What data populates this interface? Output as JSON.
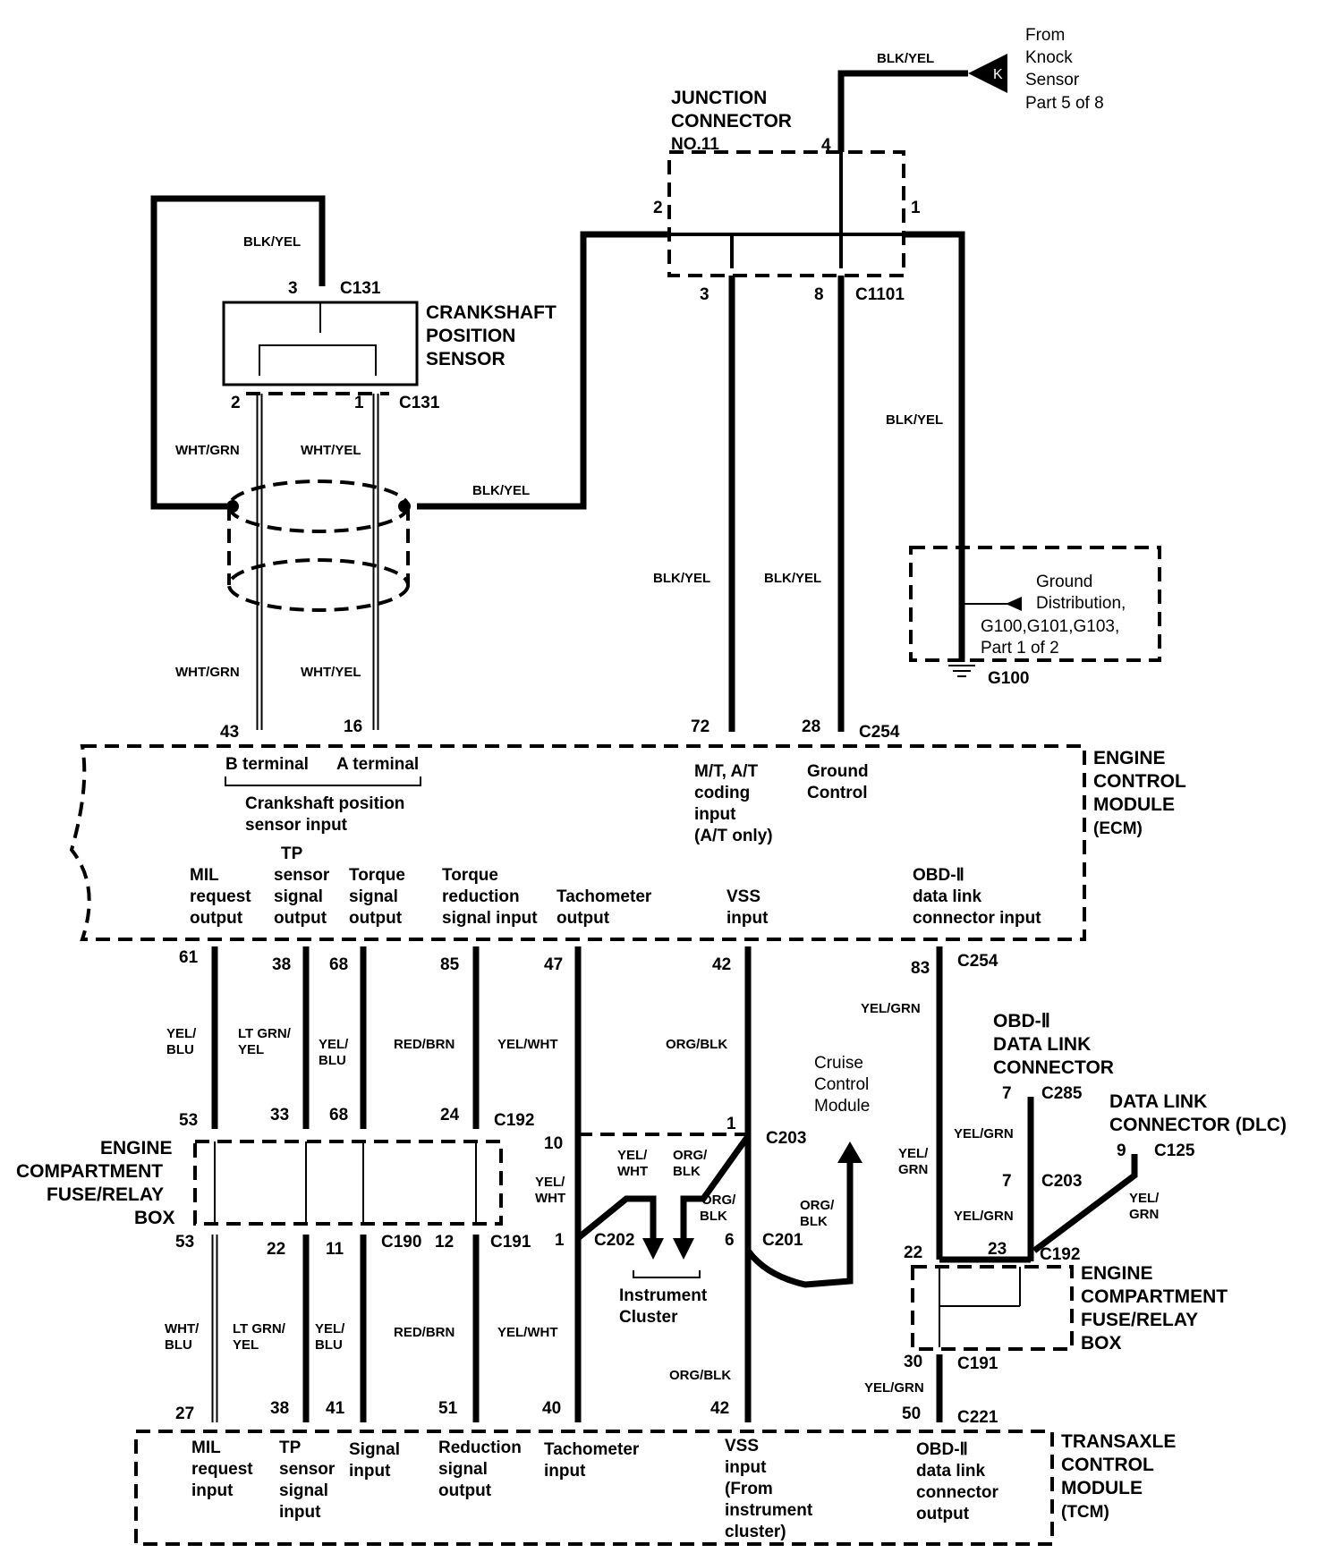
{
  "knock_sensor": {
    "line1": "From",
    "line2": "Knock",
    "line3": "Sensor",
    "line4": "Part 5 of 8",
    "symbol": "K"
  },
  "junction": {
    "line1": "JUNCTION",
    "line2": "CONNECTOR",
    "line3": "NO.11",
    "conn": "C1101",
    "pin_top": "4",
    "pin_left": "2",
    "pin_right": "1",
    "pin_b1": "3",
    "pin_b2": "8"
  },
  "ckp": {
    "line1": "CRANKSHAFT",
    "line2": "POSITION",
    "line3": "SENSOR",
    "conn_top": "C131",
    "conn_bottom": "C131",
    "pin_top": "3",
    "pin_b_left": "2",
    "pin_b_right": "1"
  },
  "ground": {
    "line1": "Ground",
    "line2": "Distribution,",
    "line3": "G100,G101,G103,",
    "line4": "Part 1 of 2",
    "label": "G100"
  },
  "wires": {
    "blk_yel": "BLK/YEL",
    "wht_grn": "WHT/GRN",
    "wht_yel": "WHT/YEL",
    "yel_blu": "YEL/",
    "blu": "BLU",
    "lt_grn_yel_1": "LT GRN/",
    "yel": "YEL",
    "red_brn": "RED/BRN",
    "yel_wht": "YEL/WHT",
    "org_blk": "ORG/BLK",
    "yel_grn": "YEL/GRN",
    "yel_slash": "YEL/",
    "grn": "GRN",
    "wht": "WHT",
    "org_slash": "ORG/",
    "blk": "BLK",
    "wht_slash": "WHT/"
  },
  "ecm": {
    "title1": "ENGINE",
    "title2": "CONTROL",
    "title3": "MODULE",
    "title4": "(ECM)",
    "conn": "C254",
    "conn_bottom": "C254",
    "pins_top": {
      "p43": "43",
      "p16": "16",
      "p72": "72",
      "p28": "28"
    },
    "b_terminal": "B terminal",
    "a_terminal": "A terminal",
    "ckp_input1": "Crankshaft position",
    "ckp_input2": "sensor input",
    "mt_at1": "M/T, A/T",
    "mt_at2": "coding",
    "mt_at3": "input",
    "mt_at4": "(A/T only)",
    "gnd1": "Ground",
    "gnd2": "Control",
    "mil1": "MIL",
    "mil2": "request",
    "mil3": "output",
    "tp1": "TP",
    "tp2": "sensor",
    "tp3": "signal",
    "tp4": "output",
    "tq1": "Torque",
    "tq2": "signal",
    "tq3": "output",
    "tr1": "Torque",
    "tr2": "reduction",
    "tr3": "signal input",
    "tach1": "Tachometer",
    "tach2": "output",
    "vss1": "VSS",
    "vss2": "input",
    "obd1": "OBD-Ⅱ",
    "obd2": "data link",
    "obd3": "connector input",
    "pins_bottom": {
      "p61": "61",
      "p38": "38",
      "p68": "68",
      "p85": "85",
      "p47": "47",
      "p42": "42",
      "p83": "83"
    }
  },
  "middle": {
    "c192": "C192",
    "c190": "C190",
    "c191": "C191",
    "c202": "C202",
    "c201": "C201",
    "c203": "C203",
    "p53a": "53",
    "p33": "33",
    "p68b": "68",
    "p24": "24",
    "p10": "10",
    "p1a": "1",
    "p53b": "53",
    "p22": "22",
    "p11": "11",
    "p12": "12",
    "p1b": "1",
    "p6": "6",
    "cruise1": "Cruise",
    "cruise2": "Control",
    "cruise3": "Module",
    "cluster1": "Instrument",
    "cluster2": "Cluster",
    "fuse1": "ENGINE",
    "fuse2": "COMPARTMENT",
    "fuse3": "FUSE/RELAY",
    "fuse4": "BOX"
  },
  "obd": {
    "dlc1": "OBD-Ⅱ",
    "dlc2": "DATA LINK",
    "dlc3": "CONNECTOR",
    "c285": "C285",
    "p7a": "7",
    "c203": "C203",
    "p7b": "7",
    "dlc_b1": "DATA LINK",
    "dlc_b2": "CONNECTOR (DLC)",
    "c125": "C125",
    "p9": "9",
    "c192": "C192",
    "p22": "22",
    "p23": "23",
    "fuse1": "ENGINE",
    "fuse2": "COMPARTMENT",
    "fuse3": "FUSE/RELAY",
    "fuse4": "BOX",
    "c191": "C191",
    "p30": "30",
    "c221": "C221",
    "p50": "50"
  },
  "tcm": {
    "title1": "TRANSAXLE",
    "title2": "CONTROL",
    "title3": "MODULE",
    "title4": "(TCM)",
    "pins": {
      "p27": "27",
      "p38": "38",
      "p41": "41",
      "p51": "51",
      "p40": "40",
      "p42": "42"
    },
    "mil1": "MIL",
    "mil2": "request",
    "mil3": "input",
    "tp1": "TP",
    "tp2": "sensor",
    "tp3": "signal",
    "tp4": "input",
    "sig1": "Signal",
    "sig2": "input",
    "red1": "Reduction",
    "red2": "signal",
    "red3": "output",
    "tach1": "Tachometer",
    "tach2": "input",
    "vss1": "VSS",
    "vss2": "input",
    "vss3": "(From",
    "vss4": "instrument",
    "vss5": "cluster)",
    "obd1": "OBD-Ⅱ",
    "obd2": "data link",
    "obd3": "connector",
    "obd4": "output"
  }
}
